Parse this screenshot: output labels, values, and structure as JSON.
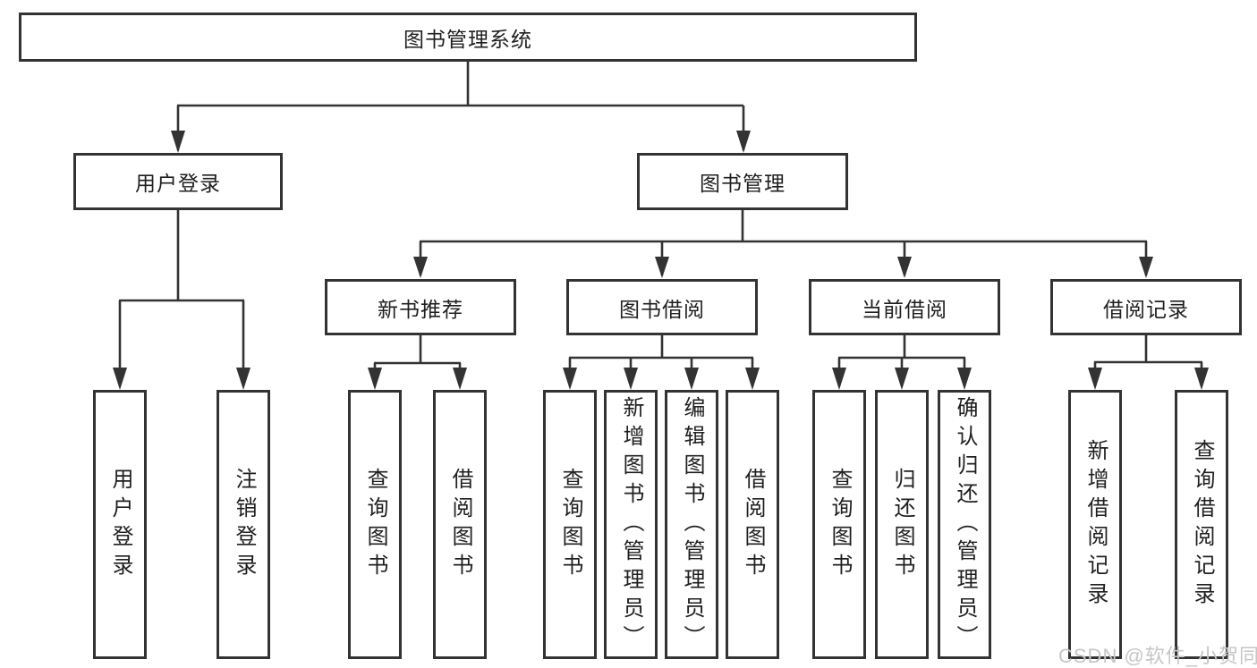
{
  "tree": {
    "root": "图书管理系统",
    "branches": [
      {
        "label": "用户登录",
        "children": [
          {
            "label": "用户登录"
          },
          {
            "label": "注销登录"
          }
        ]
      },
      {
        "label": "图书管理",
        "children": [
          {
            "label": "新书推荐",
            "children": [
              {
                "label": "查询图书"
              },
              {
                "label": "借阅图书"
              }
            ]
          },
          {
            "label": "图书借阅",
            "children": [
              {
                "label": "查询图书"
              },
              {
                "label": "新增图书（管理员）"
              },
              {
                "label": "编辑图书（管理员）"
              },
              {
                "label": "借阅图书"
              }
            ]
          },
          {
            "label": "当前借阅",
            "children": [
              {
                "label": "查询图书"
              },
              {
                "label": "归还图书"
              },
              {
                "label": "确认归还（管理员）"
              }
            ]
          },
          {
            "label": "借阅记录",
            "children": [
              {
                "label": "新增借阅记录"
              },
              {
                "label": "查询借阅记录"
              }
            ]
          }
        ]
      }
    ]
  },
  "colors": {
    "line": "#333333",
    "border": "#333333",
    "text": "#1f1f1f",
    "watermark": "#c6c6c6"
  },
  "watermark": {
    "text": "CSDN @软件_小贺同学"
  }
}
